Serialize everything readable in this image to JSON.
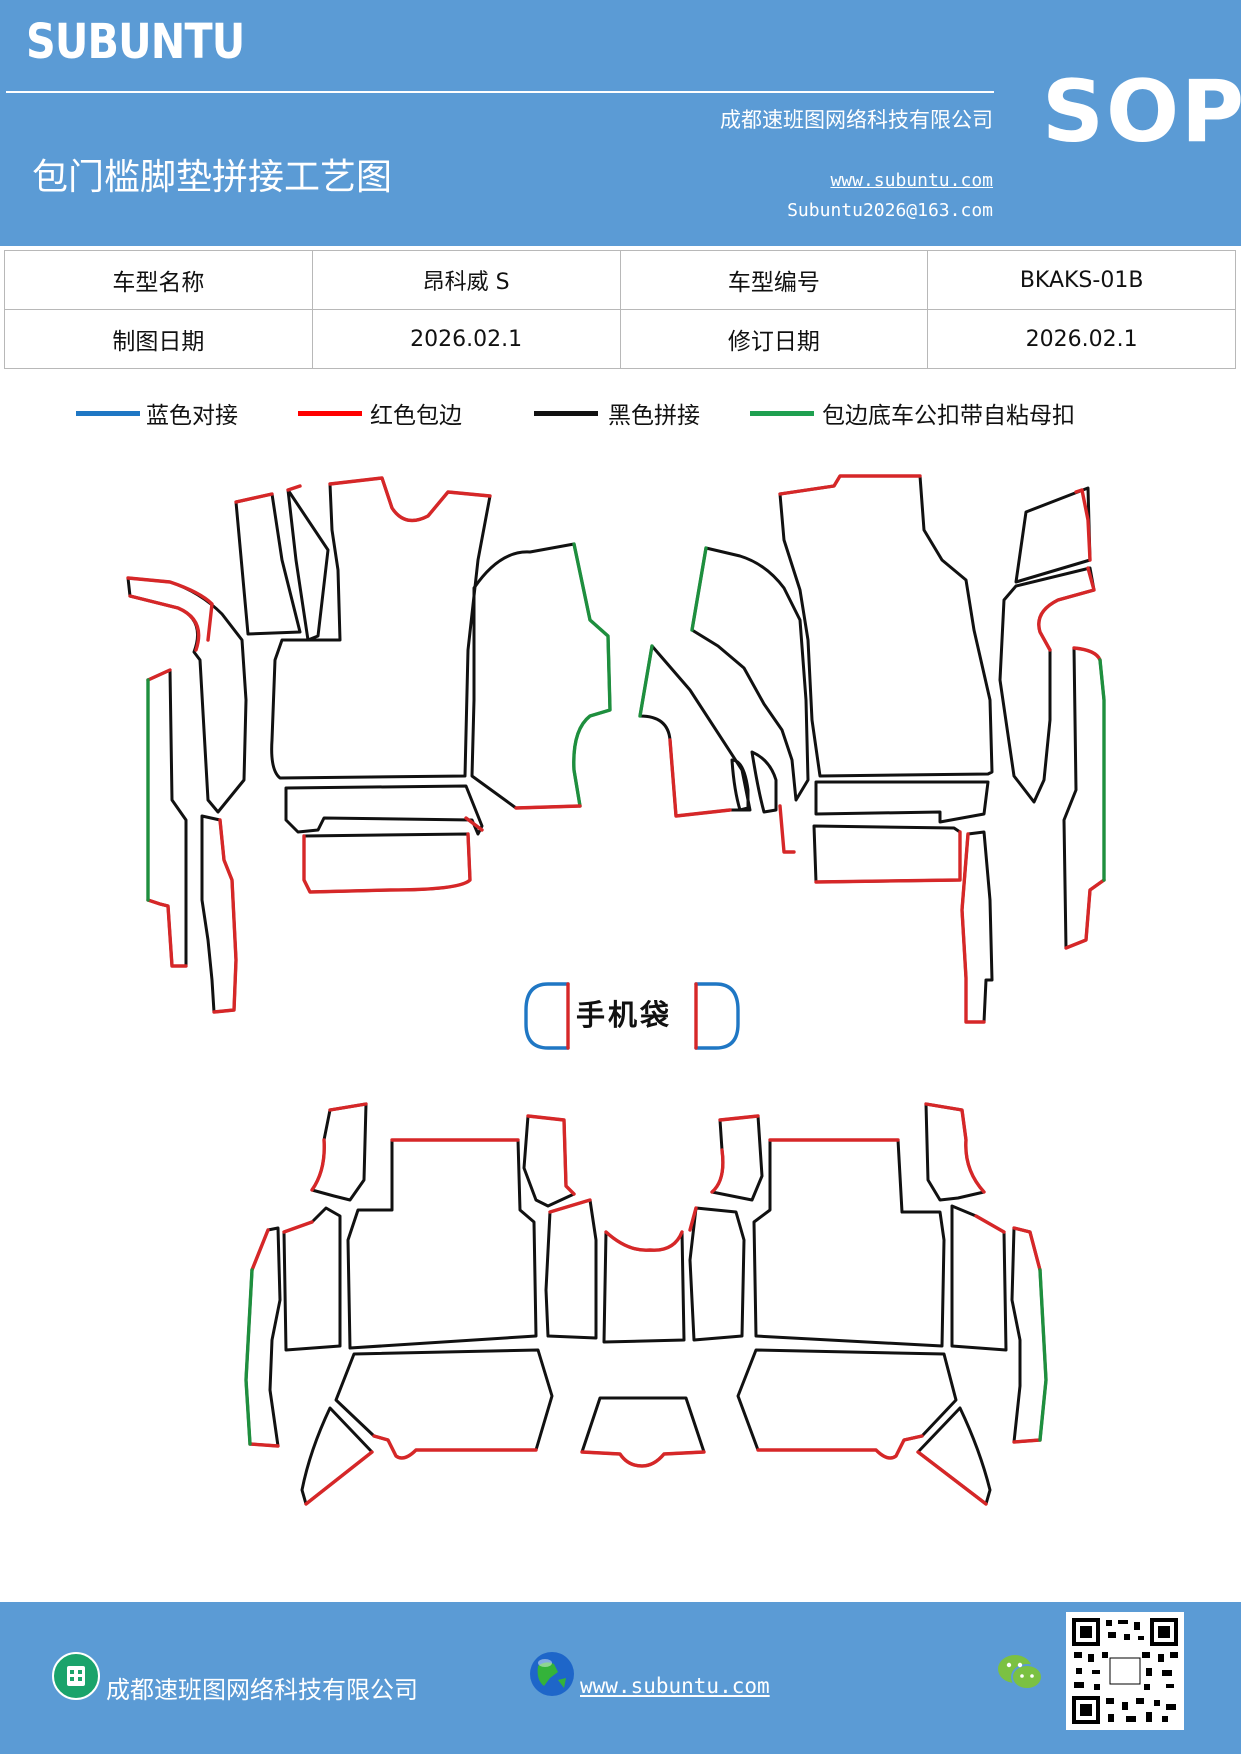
{
  "header": {
    "brand": "SUBUNTU",
    "doc_code": "SOP",
    "company": "成都速班图网络科技有限公司",
    "title": "包门槛脚垫拼接工艺图",
    "website": "www.subuntu.com",
    "email": "Subuntu2026@163.com"
  },
  "info_table": {
    "model_name_label": "车型名称",
    "model_name_value": "昂科威 S",
    "model_code_label": "车型编号",
    "model_code_value": "BKAKS-01B",
    "draw_date_label": "制图日期",
    "draw_date_value": "2026.02.1",
    "revise_date_label": "修订日期",
    "revise_date_value": "2026.02.1"
  },
  "legend": {
    "items": [
      {
        "label": "蓝色对接",
        "color": "#1f77c4"
      },
      {
        "label": "红色包边",
        "color": "#ff0000"
      },
      {
        "label": "黑色拼接",
        "color": "#111111"
      },
      {
        "label": "包边底车公扣带自粘母扣",
        "color": "#1fa050"
      }
    ]
  },
  "diagram": {
    "phone_bag_label": "手机袋",
    "edge_colors": {
      "blue": "#1f77c4",
      "red": "#d62728",
      "black": "#111111",
      "green": "#1e8f3e"
    }
  },
  "footer": {
    "company": "成都速班图网络科技有限公司",
    "website": "www.subuntu.com ",
    "company_icon": "building-icon",
    "web_icon": "globe-icon",
    "wechat_icon": "wechat-icon",
    "qr_code": "qr-code"
  }
}
